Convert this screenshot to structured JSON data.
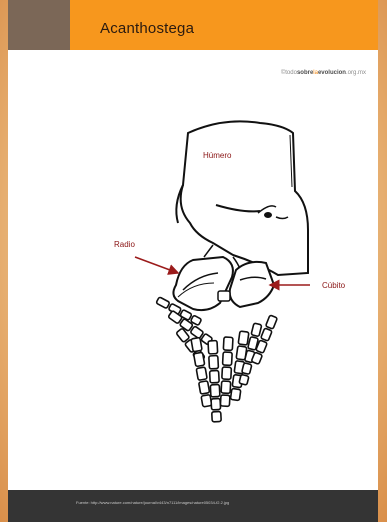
{
  "header": {
    "title": "Acanthostega",
    "accent_color": "#f7971d",
    "block_color": "#7b6757"
  },
  "credit": {
    "prefix": "©todo",
    "mid": "sobre",
    "middle2": "la",
    "brand": "evolucion",
    "suffix": ".org.mx"
  },
  "diagram": {
    "labels": {
      "humerus": "Húmero",
      "radius": "Radio",
      "ulna": "Cúbito"
    },
    "arrow_color": "#9b1b1b",
    "label_color": "#8a1414"
  },
  "footer": {
    "source": "Fuente: http://www.nature.com/nature/journal/v443/n7111/images/nature05034-f2.2.jpg"
  }
}
